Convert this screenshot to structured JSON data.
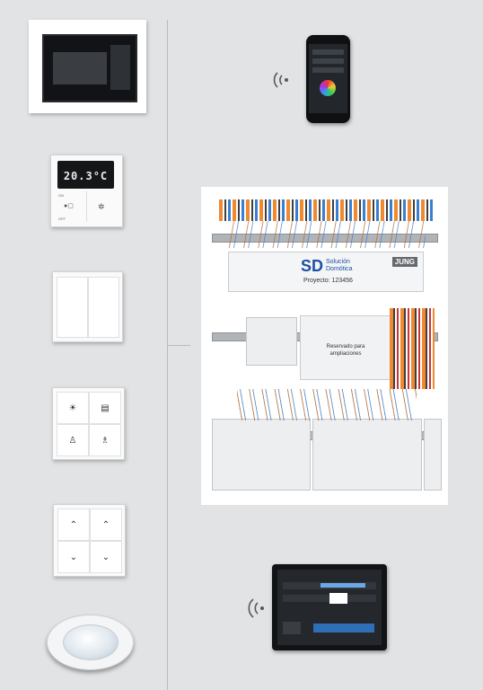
{
  "thermostat": {
    "temperature": "20.3°C",
    "label_on": "ON",
    "label_off": "OFF"
  },
  "board": {
    "brand_mark": "SD",
    "brand_sub1": "Solución",
    "brand_sub2": "Domótica",
    "project": "Proyecto: 123456",
    "manufacturer": "JUNG",
    "reserved_line1": "Reservado para",
    "reserved_line2": "ampliaciones"
  },
  "icons": {
    "wifi_top": "wifi-icon",
    "wifi_bottom": "wifi-icon"
  }
}
